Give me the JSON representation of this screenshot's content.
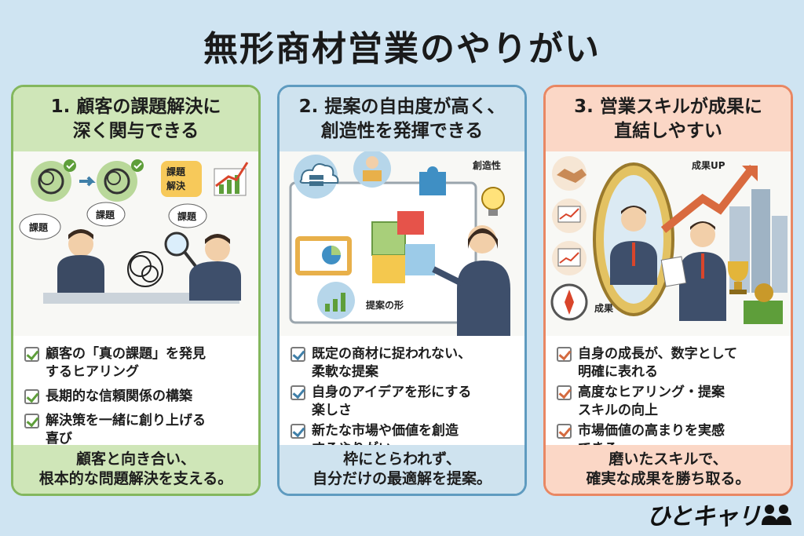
{
  "title": "無形商材営業のやりがい",
  "cards": [
    {
      "heading_line1": "1. 顧客の課題解決に",
      "heading_line2": "深く関与できる",
      "illustration_labels": {
        "tag_line1": "課題",
        "tag_line2": "解決",
        "bubble_left": "課題",
        "bubble_mid": "課題",
        "bubble_right": "課題"
      },
      "items": [
        {
          "line1": "顧客の「真の課題」を発見",
          "line2": "するヒアリング"
        },
        {
          "line1": "長期的な信頼関係の構築",
          "line2": ""
        },
        {
          "line1": "解決策を一緒に創り上げる",
          "line2": "喜び"
        }
      ],
      "footer_line1": "顧客と向き合い、",
      "footer_line2": "根本的な問題解決を支える。"
    },
    {
      "heading_line1": "2. 提案の自由度が高く、",
      "heading_line2": "創造性を発揮できる",
      "illustration_labels": {
        "creativity": "創造性",
        "proposal_shape": "提案の形"
      },
      "items": [
        {
          "line1": "既定の商材に捉われない、",
          "line2": "柔軟な提案"
        },
        {
          "line1": "自身のアイデアを形にする",
          "line2": "楽しさ"
        },
        {
          "line1": "新たな市場や価値を創造",
          "line2": "するやりがい"
        }
      ],
      "footer_line1": "枠にとらわれず、",
      "footer_line2": "自分だけの最適解を提案。"
    },
    {
      "heading_line1": "3. 営業スキルが成果に",
      "heading_line2": "直結しやすい",
      "illustration_labels": {
        "result_up": "成果UP",
        "result": "成果"
      },
      "items": [
        {
          "line1": "自身の成長が、数字として",
          "line2": "明確に表れる"
        },
        {
          "line1": "高度なヒアリング・提案",
          "line2": "スキルの向上"
        },
        {
          "line1": "市場価値の高まりを実感",
          "line2": "できる"
        }
      ],
      "footer_line1": "磨いたスキルで、",
      "footer_line2": "確実な成果を勝ち取る。"
    }
  ],
  "brand": "ひとキャリ",
  "colors": {
    "background": "#cfe4f2",
    "green": "#84b75e",
    "blue": "#5f9bc0",
    "orange": "#e98763"
  }
}
